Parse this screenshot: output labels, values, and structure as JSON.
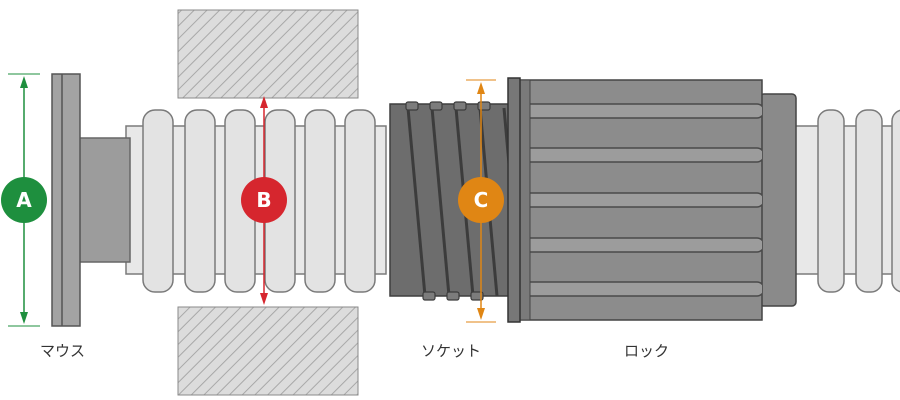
{
  "labels": {
    "mouth": "マウス",
    "socket": "ソケット",
    "lock": "ロック"
  },
  "markers": {
    "a": {
      "text": "A",
      "color": "#1e8f3e"
    },
    "b": {
      "text": "B",
      "color": "#d6262e"
    },
    "c": {
      "text": "C",
      "color": "#e08614"
    }
  },
  "colors": {
    "hose": "#e3e3e3",
    "hose_outline": "#7a7a7a",
    "socket_body": "#6d6d6d",
    "lock_body": "#8c8c8c",
    "flange": "#9a9a9a",
    "hatch_block": "#d8d8d8"
  }
}
